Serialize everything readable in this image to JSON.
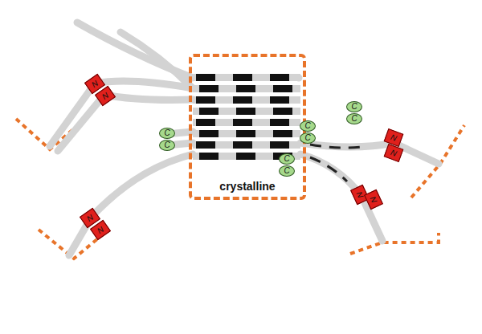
{
  "diagram": {
    "nodes": [
      {
        "text": [
          "crystalline"
        ]
      },
      {
        "text": [
          "N"
        ]
      },
      {
        "text": [
          "N"
        ]
      },
      {
        "text": [
          "C"
        ]
      },
      {
        "text": [
          "C"
        ]
      },
      {
        "text": [
          "C"
        ]
      },
      {
        "text": [
          "C"
        ]
      },
      {
        "text": [
          "C"
        ]
      },
      {
        "text": [
          "C"
        ]
      },
      {
        "text": [
          "N"
        ]
      },
      {
        "text": [
          "N"
        ]
      },
      {
        "text": [
          "C"
        ]
      },
      {
        "text": [
          "C"
        ]
      },
      {
        "text": [
          "N"
        ]
      },
      {
        "text": [
          "N"
        ]
      },
      {
        "text": [
          "N"
        ]
      },
      {
        "text": [
          "N"
        ]
      }
    ]
  }
}
